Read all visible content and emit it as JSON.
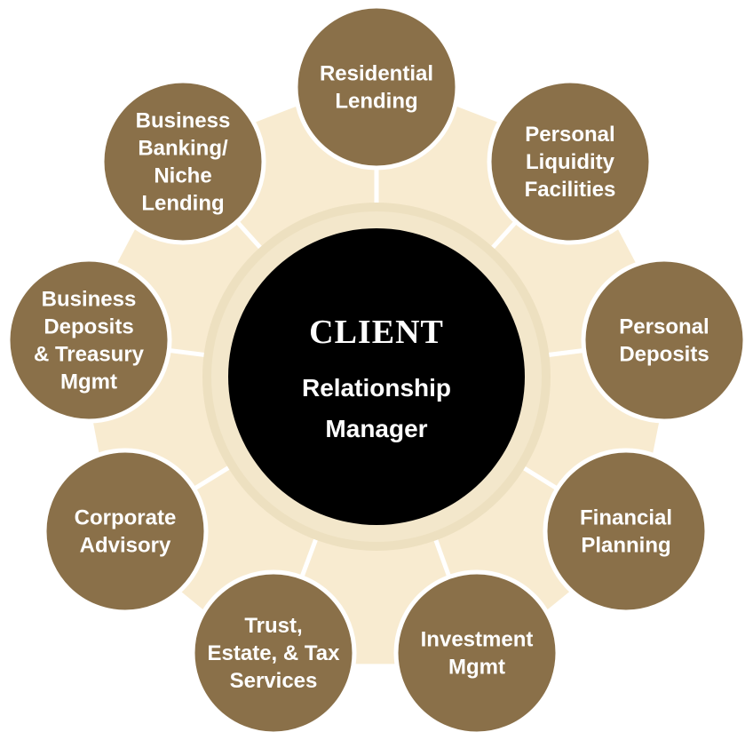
{
  "center": {
    "title": "CLIENT",
    "subtitle_lines": [
      "Relationship",
      "Manager"
    ]
  },
  "services": [
    {
      "lines": [
        "Residential",
        "Lending"
      ]
    },
    {
      "lines": [
        "Personal",
        "Liquidity",
        "Facilities"
      ]
    },
    {
      "lines": [
        "Personal",
        "Deposits"
      ]
    },
    {
      "lines": [
        "Financial",
        "Planning"
      ]
    },
    {
      "lines": [
        "Investment",
        "Mgmt"
      ]
    },
    {
      "lines": [
        "Trust,",
        "Estate, & Tax",
        "Services"
      ]
    },
    {
      "lines": [
        "Corporate",
        "Advisory"
      ]
    },
    {
      "lines": [
        "Business",
        "Deposits",
        "& Treasury",
        "Mgmt"
      ]
    },
    {
      "lines": [
        "Business",
        "Banking/",
        "Niche",
        "Lending"
      ]
    }
  ],
  "colors": {
    "node": "#8a7049",
    "background_ring": "#f8ebd0",
    "halo": "#ede0c0",
    "center": "#000000"
  }
}
